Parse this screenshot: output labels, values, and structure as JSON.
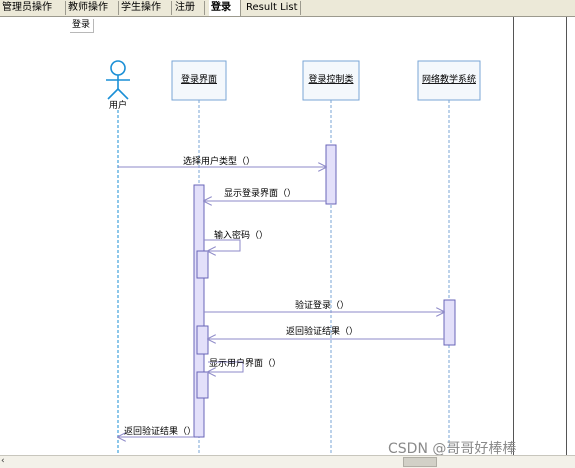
{
  "tabs": [
    {
      "label": "管理员操作",
      "active": false
    },
    {
      "label": "教师操作",
      "active": false
    },
    {
      "label": "学生操作",
      "active": false
    },
    {
      "label": "注册",
      "active": false
    },
    {
      "label": "登录",
      "active": true
    },
    {
      "label": "Result List",
      "active": false
    }
  ],
  "diagram": {
    "frame_label": "登录",
    "actor": {
      "label": "用户"
    },
    "lifelines": [
      {
        "id": "login-ui",
        "label": "登录界面"
      },
      {
        "id": "login-controller",
        "label": "登录控制类"
      },
      {
        "id": "teaching-system",
        "label": "网络教学系统"
      }
    ],
    "messages": [
      {
        "label": "选择用户类型（）",
        "from": "actor",
        "to": "login-controller",
        "kind": "call"
      },
      {
        "label": "显示登录界面（）",
        "from": "login-controller",
        "to": "login-ui",
        "kind": "return"
      },
      {
        "label": "输入密码（）",
        "from": "login-ui",
        "to": "login-ui",
        "kind": "self"
      },
      {
        "label": "验证登录（）",
        "from": "login-ui",
        "to": "teaching-system",
        "kind": "call"
      },
      {
        "label": "返回验证结果（）",
        "from": "teaching-system",
        "to": "login-ui",
        "kind": "return"
      },
      {
        "label": "显示用户界面（）",
        "from": "login-ui",
        "to": "login-ui",
        "kind": "self"
      },
      {
        "label": "返回验证结果（）",
        "from": "login-ui",
        "to": "actor",
        "kind": "return"
      }
    ],
    "colors": {
      "box_fill": "#f4f8fc",
      "box_border": "#7aa6d6",
      "activation_fill": "#e3e0fa",
      "activation_border": "#6a66b8",
      "message_line": "#8e8ac8",
      "lifeline": "#7aa6d6",
      "actor_stroke": "#1a8fd6"
    }
  },
  "watermark": "CSDN @哥哥好棒棒"
}
